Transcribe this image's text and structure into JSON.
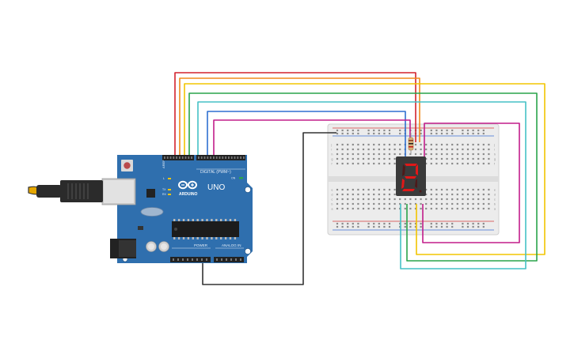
{
  "colors": {
    "background": "#ffffff",
    "arduino_board": "#2f6fae",
    "breadboard": "#ececec",
    "seg_display": "#3a3a3a",
    "seg_lit": "#e01818",
    "wires": [
      "#d2222d",
      "#f08a1c",
      "#f2c500",
      "#2aa44a",
      "#45c1c6",
      "#2f6fd0",
      "#c21d8a",
      "#333333"
    ]
  },
  "arduino": {
    "model": "UNO",
    "brand": "ARDUINO",
    "digital_label": "DIGITAL (PWM~)",
    "power_label": "POWER",
    "analog_label": "ANALOG IN",
    "tx_label": "TX",
    "rx_label": "RX",
    "l_label": "L",
    "aref_label": "AREF",
    "on_label": "ON"
  },
  "seven_segment": {
    "displayed_digit": "2"
  },
  "breadboard": {
    "row_letters_top": [
      "j",
      "i",
      "h",
      "g",
      "f"
    ],
    "row_letters_bottom": [
      "e",
      "d",
      "c",
      "b",
      "a"
    ]
  }
}
